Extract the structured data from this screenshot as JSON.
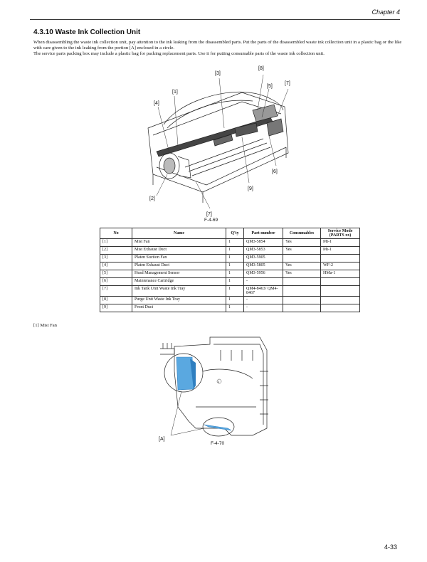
{
  "header": {
    "chapter": "Chapter 4"
  },
  "section": {
    "title": "4.3.10 Waste Ink Collection Unit",
    "paragraphs": [
      "When disassembling the waste ink collection unit, pay attention to the ink leaking from the disassembled parts. Put the parts of the disassembled waste ink collection unit in a plastic bag or the like with care given to the ink leaking from the portion [A] enclosed in a circle.",
      "The service parts packing box may include a plastic bag for packing replacement parts. Use it for putting consumable parts of the waste ink collection unit."
    ]
  },
  "figure1": {
    "caption": "F-4-69",
    "callouts": [
      "[1]",
      "[2]",
      "[3]",
      "[4]",
      "[5]",
      "[6]",
      "[7]",
      "[8]",
      "[9]",
      "[7]"
    ]
  },
  "table": {
    "headers": [
      "No",
      "Name",
      "Q'ty",
      "Part number",
      "Consumables",
      "Service Mode (PARTS xx)"
    ],
    "rows": [
      [
        "[1]",
        "Mist Fan",
        "1",
        "QM3-5854",
        "Yes",
        "Mi-1"
      ],
      [
        "[2]",
        "Mist Exhaust Duct",
        "1",
        "QM3-5853",
        "Yes",
        "Mi-1"
      ],
      [
        "[3]",
        "Platen Suction Fan",
        "1",
        "QM3-5905",
        "",
        ""
      ],
      [
        "[4]",
        "Platen Exhaust Duct",
        "1",
        "QM3-5805",
        "Yes",
        "WF-2"
      ],
      [
        "[5]",
        "Head Management Sensor",
        "1",
        "QM3-5956",
        "Yes",
        "HMa-1"
      ],
      [
        "[6]",
        "Maintenance Cartridge",
        "1",
        "-",
        "",
        ""
      ],
      [
        "[7]",
        "Ink Tank Unit Waste Ink Tray",
        "1",
        "QM4-8463/ QM4-8467",
        "",
        ""
      ],
      [
        "[8]",
        "Purge Unit Waste Ink Tray",
        "1",
        "-",
        "",
        ""
      ],
      [
        "[9]",
        "Front Duct",
        "1",
        "-",
        "",
        ""
      ]
    ]
  },
  "subsection": {
    "title": "[1] Mist Fan"
  },
  "figure2": {
    "caption": "F-4-70",
    "callout": "[A]",
    "mark": "2"
  },
  "footer": {
    "page": "4-33"
  },
  "colors": {
    "highlight": "#5aa8e0",
    "highlight_dark": "#2f7fc0"
  }
}
